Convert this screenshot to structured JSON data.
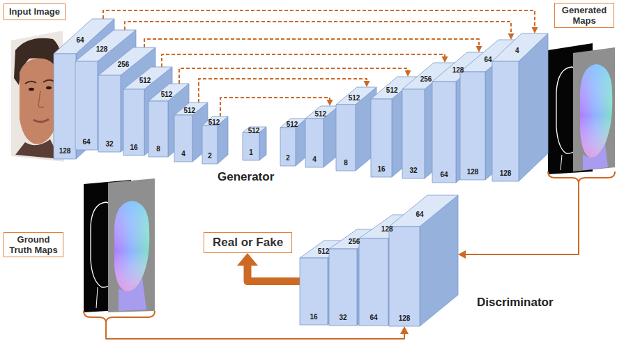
{
  "diagram": {
    "nodes": [
      {
        "text": [
          "Input Image"
        ]
      },
      {
        "text": [
          "64",
          "128"
        ]
      },
      {
        "text": [
          "128",
          "64"
        ]
      },
      {
        "text": [
          "256",
          "32"
        ]
      },
      {
        "text": [
          "512",
          "16"
        ]
      },
      {
        "text": [
          "512",
          "8"
        ]
      },
      {
        "text": [
          "512",
          "4"
        ]
      },
      {
        "text": [
          "512",
          "2"
        ]
      },
      {
        "text": [
          "512",
          "1"
        ]
      },
      {
        "text": [
          "512",
          "2"
        ]
      },
      {
        "text": [
          "512",
          "4"
        ]
      },
      {
        "text": [
          "512",
          "8"
        ]
      },
      {
        "text": [
          "512",
          "16"
        ]
      },
      {
        "text": [
          "256",
          "32"
        ]
      },
      {
        "text": [
          "128",
          "64"
        ]
      },
      {
        "text": [
          "64",
          "128"
        ]
      },
      {
        "text": [
          "4",
          "128"
        ]
      },
      {
        "text": [
          "Generated Maps"
        ]
      },
      {
        "text": [
          "Ground Truth Maps"
        ]
      },
      {
        "text": [
          "Real or Fake"
        ]
      },
      {
        "text": [
          "512",
          "16"
        ]
      },
      {
        "text": [
          "256",
          "32"
        ]
      },
      {
        "text": [
          "128",
          "64"
        ]
      },
      {
        "text": [
          "64",
          "128"
        ]
      }
    ],
    "edges": [
      {
        "from": 1,
        "to": 16,
        "arrow": "to"
      },
      {
        "from": 2,
        "to": 15,
        "arrow": "to"
      },
      {
        "from": 3,
        "to": 14,
        "arrow": "to"
      },
      {
        "from": 4,
        "to": 13,
        "arrow": "to"
      },
      {
        "from": 5,
        "to": 12,
        "arrow": "to"
      },
      {
        "from": 6,
        "to": 11,
        "arrow": "to"
      },
      {
        "from": 7,
        "to": 10,
        "arrow": "to"
      },
      {
        "from": 17,
        "to": 23,
        "arrow": "to"
      },
      {
        "from": 18,
        "to": 23,
        "arrow": "to"
      },
      {
        "from": 20,
        "to": 19,
        "arrow": "to"
      }
    ],
    "labels": [
      "Generator",
      "Discriminator"
    ]
  }
}
